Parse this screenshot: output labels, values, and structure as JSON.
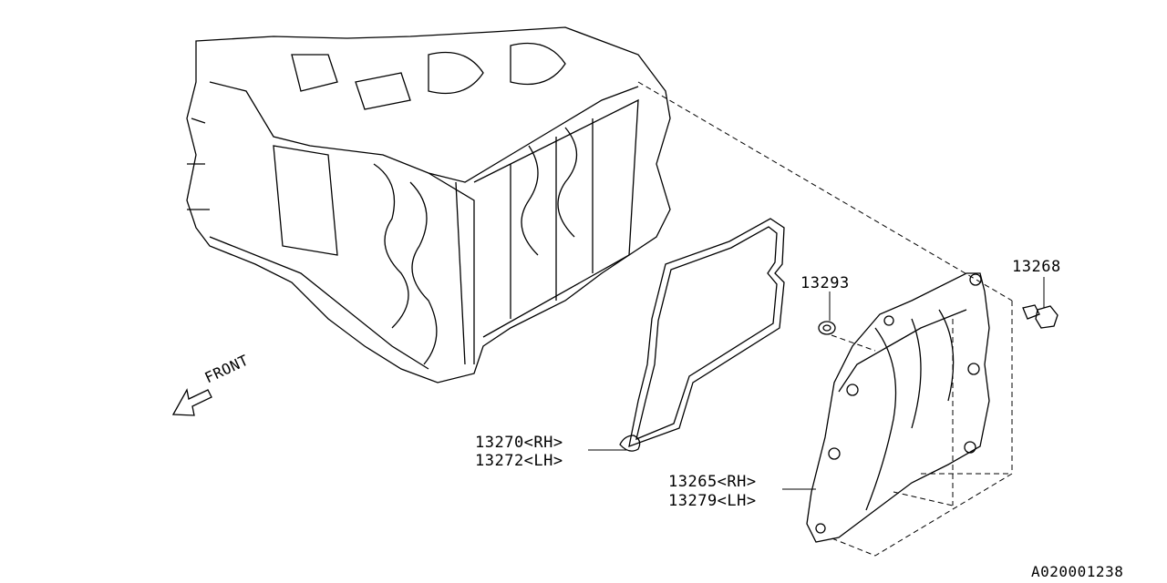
{
  "diagram": {
    "parts": [
      {
        "number": "13268"
      },
      {
        "number": "13293"
      },
      {
        "number": "13270<RH>"
      },
      {
        "number": "13272<LH>"
      },
      {
        "number": "13265<RH>"
      },
      {
        "number": "13279<LH>"
      }
    ],
    "front_label": "FRONT",
    "diagram_code": "A020001238"
  }
}
